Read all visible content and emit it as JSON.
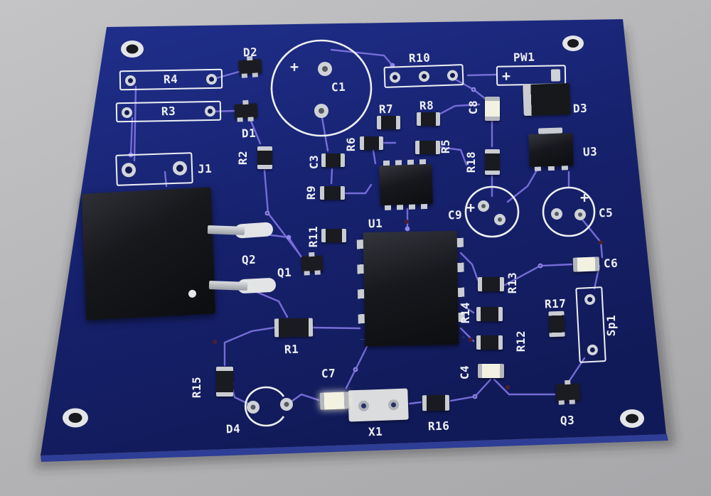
{
  "scene": {
    "background_color": "#b5b5b7",
    "board_color": "#16216f",
    "trace_color": "#7b71dd",
    "silkscreen_color": "#eef0f4"
  },
  "board": {
    "polarity_mark": "+",
    "designators": {
      "r1": "R1",
      "r2": "R2",
      "r3": "R3",
      "r4": "R4",
      "r5": "R5",
      "r6": "R6",
      "r7": "R7",
      "r8": "R8",
      "r9": "R9",
      "r10": "R10",
      "r11": "R11",
      "r12": "R12",
      "r13": "R13",
      "r14": "R14",
      "r15": "R15",
      "r16": "R16",
      "r17": "R17",
      "r18": "R18",
      "c1": "C1",
      "c3": "C3",
      "c4": "C4",
      "c5": "C5",
      "c6": "C6",
      "c7": "C7",
      "c8": "C8",
      "c9": "C9",
      "d1": "D1",
      "d2": "D2",
      "d3": "D3",
      "d4": "D4",
      "q1": "Q1",
      "q2": "Q2",
      "q3": "Q3",
      "u1": "U1",
      "u3": "U3",
      "j1": "J1",
      "x1": "X1",
      "pw1": "PW1",
      "sp1": "Sp1"
    }
  }
}
